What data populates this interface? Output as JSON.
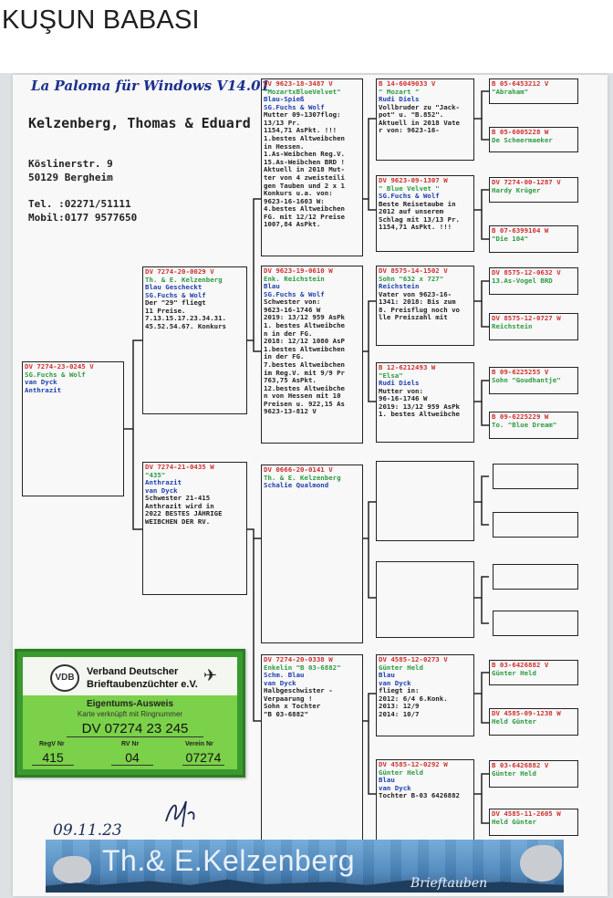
{
  "heading": "KUŞUN BABASI",
  "sheet": {
    "brand": "La Paloma für Windows V14.01",
    "owner": "Kelzenberg, Thomas & Eduard",
    "street": "Köslinerstr. 9",
    "city": "50129 Bergheim",
    "tel": "Tel. :02271/51111",
    "mobil": "Mobil:0177 9577650"
  },
  "boxes": {
    "main": [
      [
        "hd",
        "DV 7274-23-0245 V"
      ],
      [
        "nm",
        "SG.Fuchs & Wolf"
      ],
      [
        "bl",
        "van Dyck"
      ],
      [
        "bl",
        "Anthrazit"
      ]
    ],
    "father": [
      [
        "hd",
        "DV 7274-20-0029 V"
      ],
      [
        "nm",
        "Th. & E. Kelzenberg"
      ],
      [
        "bl",
        "Blau Gescheckt"
      ],
      [
        "bl",
        "SG.Fuchs & Wolf"
      ],
      [
        "tx",
        "Der \"29\" fliegt"
      ],
      [
        "tx",
        "11 Preise."
      ],
      [
        "tx",
        "7.13.15.17.23.34.31."
      ],
      [
        "tx",
        "45.52.54.67. Konkurs"
      ]
    ],
    "mother": [
      [
        "hd",
        "DV 7274-21-0435 W"
      ],
      [
        "nm",
        "\"435\""
      ],
      [
        "bl",
        "Anthrazit"
      ],
      [
        "bl",
        "van Dyck"
      ],
      [
        "tx",
        "Schwester 21-415"
      ],
      [
        "tx",
        "Anthrazit wird in"
      ],
      [
        "tx",
        "2022 BESTES JÄHRIGE"
      ],
      [
        "tx",
        "WEIBCHEN DER RV."
      ]
    ],
    "ff": [
      [
        "hd",
        "DV 9623-18-3487 V"
      ],
      [
        "nm",
        "\"MozartxBlueVelvet\""
      ],
      [
        "bl",
        "Blau-Spieß"
      ],
      [
        "bl",
        "SG.Fuchs & Wolf"
      ],
      [
        "tx",
        "Mutter 09-1307flog:"
      ],
      [
        "tx",
        "13/13 Pr."
      ],
      [
        "tx",
        "1154,71 AsPkt. !!!"
      ],
      [
        "tx",
        "1.bestes Altweibchen"
      ],
      [
        "tx",
        "in Hessen."
      ],
      [
        "tx",
        "1.As-Weibchen Reg.V."
      ],
      [
        "tx",
        "15.As-Weibchen BRD !"
      ],
      [
        "tx",
        "Aktuell in 2018 Mut-"
      ],
      [
        "tx",
        "ter von 4 zweisteili"
      ],
      [
        "tx",
        "gen Tauben und 2 x 1"
      ],
      [
        "tx",
        "Konkurs u.a. von:"
      ],
      [
        "tx",
        "9623-16-1603 W:"
      ],
      [
        "tx",
        "4.bestes Altweibchen"
      ],
      [
        "tx",
        "FG. mit 12/12 Preise"
      ],
      [
        "tx",
        "1007,84 AsPkt."
      ]
    ],
    "fm": [
      [
        "hd",
        "DV 9623-19-0610 W"
      ],
      [
        "nm",
        "Enk. Reichstein"
      ],
      [
        "bl",
        "Blau"
      ],
      [
        "bl",
        "SG.Fuchs & Wolf"
      ],
      [
        "tx",
        "Schwester von:"
      ],
      [
        "tx",
        "9623-16-1746 W"
      ],
      [
        "tx",
        "2019: 13/12 959 AsPk"
      ],
      [
        "tx",
        "1. bestes Altweibche"
      ],
      [
        "tx",
        "n in der FG."
      ],
      [
        "tx",
        "2018: 12/12 1080 AsP"
      ],
      [
        "tx",
        "1.bestes Altweibchen"
      ],
      [
        "tx",
        "in der FG."
      ],
      [
        "tx",
        "7.bestes Altweibchen"
      ],
      [
        "tx",
        "im Reg.V. mit 9/9 Pr"
      ],
      [
        "tx",
        "763,75 AsPkt."
      ],
      [
        "tx",
        "12.bestes Altweibche"
      ],
      [
        "tx",
        "n von Hessen mit 10"
      ],
      [
        "tx",
        "Preisen u. 922,15 As"
      ],
      [
        "tx",
        "9623-13-812 V"
      ]
    ],
    "mf": [
      [
        "hd",
        "DV 0666-20-0141 V"
      ],
      [
        "nm",
        "Th. & E. Kelzenberg"
      ],
      [
        "bl",
        "Schalie Qualmond"
      ]
    ],
    "mm": [
      [
        "hd",
        "DV 7274-20-0338 W"
      ],
      [
        "nm",
        "Enkelin \"B 03-6882\""
      ],
      [
        "bl",
        "Schm. Blau"
      ],
      [
        "bl",
        "van Dyck"
      ],
      [
        "tx",
        "Halbgeschwister -"
      ],
      [
        "tx",
        "Verpaarung !"
      ],
      [
        "tx",
        "Sohn x Tochter"
      ],
      [
        "tx",
        "\"B 03-6882\""
      ]
    ],
    "fff": [
      [
        "hd",
        "B  14-6049033 V"
      ],
      [
        "nm",
        "\" Mozart \""
      ],
      [
        "bl",
        "Rudi Diels"
      ],
      [
        "tx",
        "Vollbruder zu \"Jack-"
      ],
      [
        "tx",
        "pot\" u. \"B.852\"."
      ],
      [
        "tx",
        "Aktuell in 2018 Vate"
      ],
      [
        "tx",
        "r von: 9623-16-"
      ]
    ],
    "ffm": [
      [
        "hd",
        "DV 9623-09-1307 W"
      ],
      [
        "nm",
        "\" Blue Velvet \""
      ],
      [
        "bl",
        "SG.Fuchs & Wolf"
      ],
      [
        "tx",
        "Beste Reisetaube in"
      ],
      [
        "tx",
        "2012 auf unserem"
      ],
      [
        "tx",
        "Schlag mit 13/13 Pr."
      ],
      [
        "tx",
        "1154,71 AsPkt. !!!"
      ]
    ],
    "fmf": [
      [
        "hd",
        "DV 8575-14-1502 V"
      ],
      [
        "nm",
        "Sohn \"632 x 727\""
      ],
      [
        "bl",
        "Reichstein"
      ],
      [
        "tx",
        "Vater von 9623-16-"
      ],
      [
        "tx",
        "1341:  2018: Bis zum"
      ],
      [
        "tx",
        "8. Preisflug noch vo"
      ],
      [
        "tx",
        "lle Preiszahl mit"
      ]
    ],
    "fmm": [
      [
        "hd",
        "B  12-6212493 W"
      ],
      [
        "nm",
        "\"Elsa\""
      ],
      [
        "bl",
        "Rudi Diels"
      ],
      [
        "tx",
        "Mutter von:"
      ],
      [
        "tx",
        "96-16-1746 W"
      ],
      [
        "tx",
        "2019: 13/12 959 AsPk"
      ],
      [
        "tx",
        "1. bestes Altweibche"
      ]
    ],
    "mmf": [
      [
        "hd",
        "DV 4585-12-0273 V"
      ],
      [
        "nm",
        "Günter Held"
      ],
      [
        "bl",
        "Blau"
      ],
      [
        "bl",
        "van Dyck"
      ],
      [
        "tx",
        "fliegt in:"
      ],
      [
        "tx",
        "2012:  6/4 6.Konk."
      ],
      [
        "tx",
        "2013: 12/9"
      ],
      [
        "tx",
        "2014: 10/7"
      ]
    ],
    "mmm": [
      [
        "hd",
        "DV 4585-12-0292 W"
      ],
      [
        "nm",
        "Günter Held"
      ],
      [
        "bl",
        "Blau"
      ],
      [
        "bl",
        "van Dyck"
      ],
      [
        "tx",
        "Tochter B-03 6426882"
      ]
    ],
    "g1": [
      [
        "hd",
        "B  05-6453212 V"
      ],
      [
        "nm",
        "\"Abraham\""
      ]
    ],
    "g2": [
      [
        "hd",
        "B  05-6005228 W"
      ],
      [
        "nm",
        "De Scheermaeker"
      ]
    ],
    "g3": [
      [
        "hd",
        "DV 7274-00-1287 V"
      ],
      [
        "nm",
        "Hardy Krüger"
      ]
    ],
    "g4": [
      [
        "hd",
        "B  07-6399104 W"
      ],
      [
        "nm",
        "\"Die 104\""
      ]
    ],
    "g5": [
      [
        "hd",
        "DV 8575-12-0632 V"
      ],
      [
        "nm",
        "13.As-Vogel BRD"
      ]
    ],
    "g6": [
      [
        "hd",
        "DV 8575-12-0727 W"
      ],
      [
        "nm",
        "Reichstein"
      ]
    ],
    "g7": [
      [
        "hd",
        "B  09-6225255 V"
      ],
      [
        "nm",
        "Sohn \"Goudhantje\""
      ]
    ],
    "g8": [
      [
        "hd",
        "B  09-6225229 W"
      ],
      [
        "nm",
        "To. \"Blue Dream\""
      ]
    ],
    "g13": [
      [
        "hd",
        "B  03-6426882 V"
      ],
      [
        "nm",
        "Günter Held"
      ]
    ],
    "g14": [
      [
        "hd",
        "DV 4585-09-1238 W"
      ],
      [
        "nm",
        "Held Günter"
      ]
    ],
    "g15": [
      [
        "hd",
        "B  03-6426882 V"
      ],
      [
        "nm",
        "Günter Held"
      ]
    ],
    "g16": [
      [
        "hd",
        "DV 4585-11-2605 W"
      ],
      [
        "nm",
        "Held Günter"
      ]
    ]
  },
  "card": {
    "org_line1": "Verband Deutscher",
    "org_line2": "Brieftaubenzüchter e.V.",
    "title": "Eigentums-Ausweis",
    "subtitle": "Karte verknüpft mit Ringnummer",
    "ring": "DV 07274 23 245",
    "labels": [
      "RegV Nr",
      "RV Nr",
      "Verein Nr"
    ],
    "values": [
      "415",
      "04",
      "07274"
    ]
  },
  "date": "09.11.23",
  "banner": {
    "name": "Th.& E.Kelzenberg",
    "sub": "Brieftauben"
  }
}
